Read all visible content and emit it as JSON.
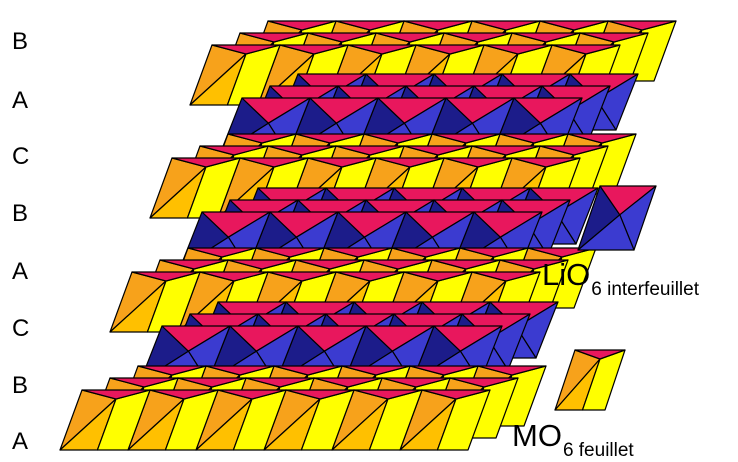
{
  "layer_labels": [
    "B",
    "A",
    "C",
    "B",
    "A",
    "C",
    "B",
    "A"
  ],
  "legend": {
    "lio6": {
      "main": "LiO",
      "sub": "6 interfeuillet"
    },
    "mo6": {
      "main": "MO",
      "sub": "6 feuillet"
    }
  },
  "colors": {
    "mo6_face_light": "#ffff00",
    "mo6_face_gold": "#ffc000",
    "mo6_face_orange": "#f7a21b",
    "mo6_top": "#e8175d",
    "lio6_light": "#3b3bd0",
    "lio6_dark": "#1c1c8a",
    "lio6_top": "#e8175d",
    "edge": "#000000"
  }
}
